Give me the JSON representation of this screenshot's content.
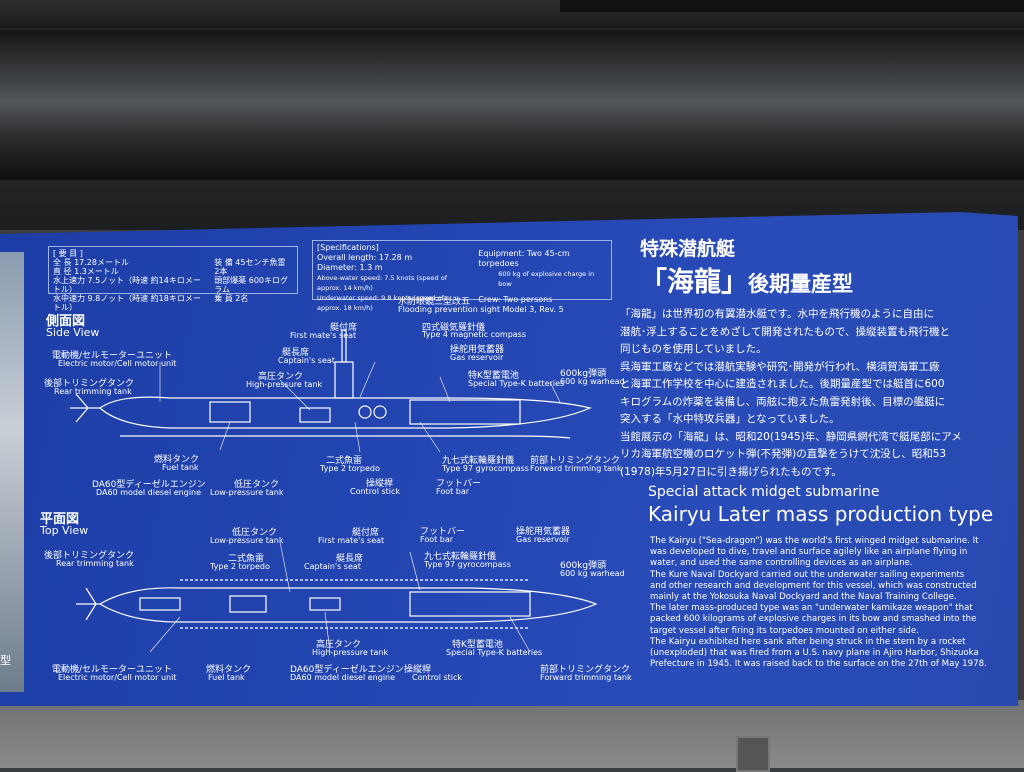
{
  "spec_jp": {
    "header": "[ 要 目 ]",
    "lines": [
      "全 長 17.28メートル",
      "直 径 1.3メートル",
      "水上速力 7.5ノット（時速 約14キロメートル）",
      "水中速力 9.8ノット（時速 約18キロメートル）"
    ],
    "lines_right": [
      "装 備 45センチ魚雷 2本",
      "頭部爆薬 600キログラム",
      "乗 員 2名"
    ]
  },
  "spec_en": {
    "header": "[Specifications]",
    "lines": [
      "Overall length: 17.28 m",
      "Diameter: 1.3 m",
      "Above-water speed: 7.5 knots (speed of approx. 14 km/h)",
      "Underwater speed: 9.8 knots (speed of approx. 18 km/h)"
    ],
    "equipment": "Equipment: Two 45-cm torpedoes",
    "equipment_note": "600 kg of explosive charge in bow",
    "crew": "Crew: Two persons"
  },
  "side_view": {
    "title_jp": "側面図",
    "title_en": "Side View",
    "labels": [
      {
        "jp": "水防眼鏡三型改五",
        "en": "Flooding prevention sight Model 3, Rev. 5"
      },
      {
        "jp": "艇付席",
        "en": "First mate's seat"
      },
      {
        "jp": "四式磁気羅針儀",
        "en": "Type 4 magnetic compass"
      },
      {
        "jp": "艇長席",
        "en": "Captain's seat"
      },
      {
        "jp": "操舵用気蓄器",
        "en": "Gas reservoir"
      },
      {
        "jp": "電動機/セルモーターユニット",
        "en": "Electric motor/Cell motor unit"
      },
      {
        "jp": "高圧タンク",
        "en": "High-pressure tank"
      },
      {
        "jp": "特K型蓄電池",
        "en": "Special Type-K batteries"
      },
      {
        "jp": "600kg弾頭",
        "en": "600 kg warhead"
      },
      {
        "jp": "後部トリミングタンク",
        "en": "Rear trimming tank"
      },
      {
        "jp": "燃料タンク",
        "en": "Fuel tank"
      },
      {
        "jp": "二式魚雷",
        "en": "Type 2 torpedo"
      },
      {
        "jp": "九七式転輪羅針儀",
        "en": "Type 97 gyrocompass"
      },
      {
        "jp": "前部トリミングタンク",
        "en": "Forward trimming tank"
      },
      {
        "jp": "DA60型ディーゼルエンジン",
        "en": "DA60 model diesel engine"
      },
      {
        "jp": "低圧タンク",
        "en": "Low-pressure tank"
      },
      {
        "jp": "操縦桿",
        "en": "Control stick"
      },
      {
        "jp": "フットバー",
        "en": "Foot bar"
      }
    ]
  },
  "top_view": {
    "title_jp": "平面図",
    "title_en": "Top View",
    "labels": [
      {
        "jp": "低圧タンク",
        "en": "Low-pressure tank"
      },
      {
        "jp": "艇付席",
        "en": "First mate's seat"
      },
      {
        "jp": "フットバー",
        "en": "Foot bar"
      },
      {
        "jp": "操舵用気蓄器",
        "en": "Gas reservoir"
      },
      {
        "jp": "後部トリミングタンク",
        "en": "Rear trimming tank"
      },
      {
        "jp": "二式魚雷",
        "en": "Type 2 torpedo"
      },
      {
        "jp": "艇長席",
        "en": "Captain's seat"
      },
      {
        "jp": "九七式転輪羅針儀",
        "en": "Type 97 gyrocompass"
      },
      {
        "jp": "600kg弾頭",
        "en": "600 kg warhead"
      },
      {
        "jp": "高圧タンク",
        "en": "High-pressure tank"
      },
      {
        "jp": "特K型蓄電池",
        "en": "Special Type-K batteries"
      },
      {
        "jp": "電動機/セルモーターユニット",
        "en": "Electric motor/Cell motor unit"
      },
      {
        "jp": "燃料タンク",
        "en": "Fuel tank"
      },
      {
        "jp": "DA60型ディーゼルエンジン",
        "en": "DA60 model diesel engine"
      },
      {
        "jp": "操縦桿",
        "en": "Control stick"
      },
      {
        "jp": "前部トリミングタンク",
        "en": "Forward trimming tank"
      }
    ]
  },
  "title": {
    "jp_line1": "特殊潜航艇",
    "jp_line2": "「海龍」",
    "jp_line2_suffix": "後期量産型",
    "en_sub": "Special attack midget submarine",
    "en_main": "Kairyu Later mass production type"
  },
  "body_jp": [
    "「海龍」は世界初の有翼潜水艇です。水中を飛行機のように自由に",
    "潜航･浮上することをめざして開発されたもので、操縦装置も飛行機と",
    "同じものを使用していました。",
    "呉海軍工廠などでは潜航実験や研究･開発が行われ、横須賀海軍工廠",
    "と海軍工作学校を中心に建造されました。後期量産型では艇首に600",
    "キログラムの炸薬を装備し、両舷に抱えた魚雷発射後、目標の艦艇に",
    "突入する「水中特攻兵器」となっていました。",
    "当館展示の「海龍」は、昭和20(1945)年、静岡県網代湾で艇尾部にアメ",
    "リカ海軍航空機のロケット弾(不発弾)の直撃をうけて沈没し、昭和53",
    "(1978)年5月27日に引き揚げられたものです。"
  ],
  "body_en": [
    "The Kairyu (\"Sea-dragon\") was the world's first winged midget submarine. It",
    "was developed to dive, travel and surface agilely like an airplane flying in",
    "water, and used the same controlling devices as an airplane.",
    "The Kure Naval Dockyard carried out the underwater sailing experiments",
    "and other research and development for this vessel, which was constructed",
    "mainly at the Yokosuka Naval Dockyard and the Naval Training College.",
    "The later mass-produced type was an \"underwater kamikaze weapon\" that",
    "packed 600 kilograms of explosive charges in its bow and smashed into the",
    "target vessel after firing its torpedoes mounted on either side.",
    "The Kairyu exhibited here sank after being struck in the stern by a rocket",
    "(unexploded) that was fired from a U.S. navy plane in Ajiro Harbor, Shizuoka",
    "Prefecture in 1945. It was raised back to the surface on the 27th of May 1978."
  ],
  "photo_caption": "型",
  "colors": {
    "board": "#2446b2",
    "line": "#ffffff",
    "accent": "#f2c14e"
  }
}
